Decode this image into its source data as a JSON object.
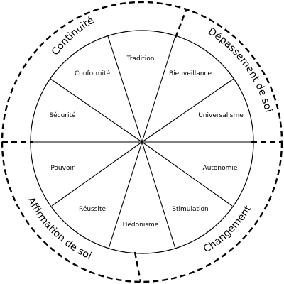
{
  "diagram": {
    "segments": [
      {
        "label": "Tradition"
      },
      {
        "label": "Bienveillance"
      },
      {
        "label": "Universalisme"
      },
      {
        "label": "Autonomie"
      },
      {
        "label": "Stimulation"
      },
      {
        "label": "Hédonisme"
      },
      {
        "label": "Réussite"
      },
      {
        "label": "Pouvoir"
      },
      {
        "label": "Sécurité"
      },
      {
        "label": "Conformité"
      }
    ],
    "quadrants": {
      "continuity": "Continuité",
      "self_transcendence": "Dépassement de soi",
      "change": "Changement",
      "self_enhancement": "Affirmation de soi"
    }
  }
}
